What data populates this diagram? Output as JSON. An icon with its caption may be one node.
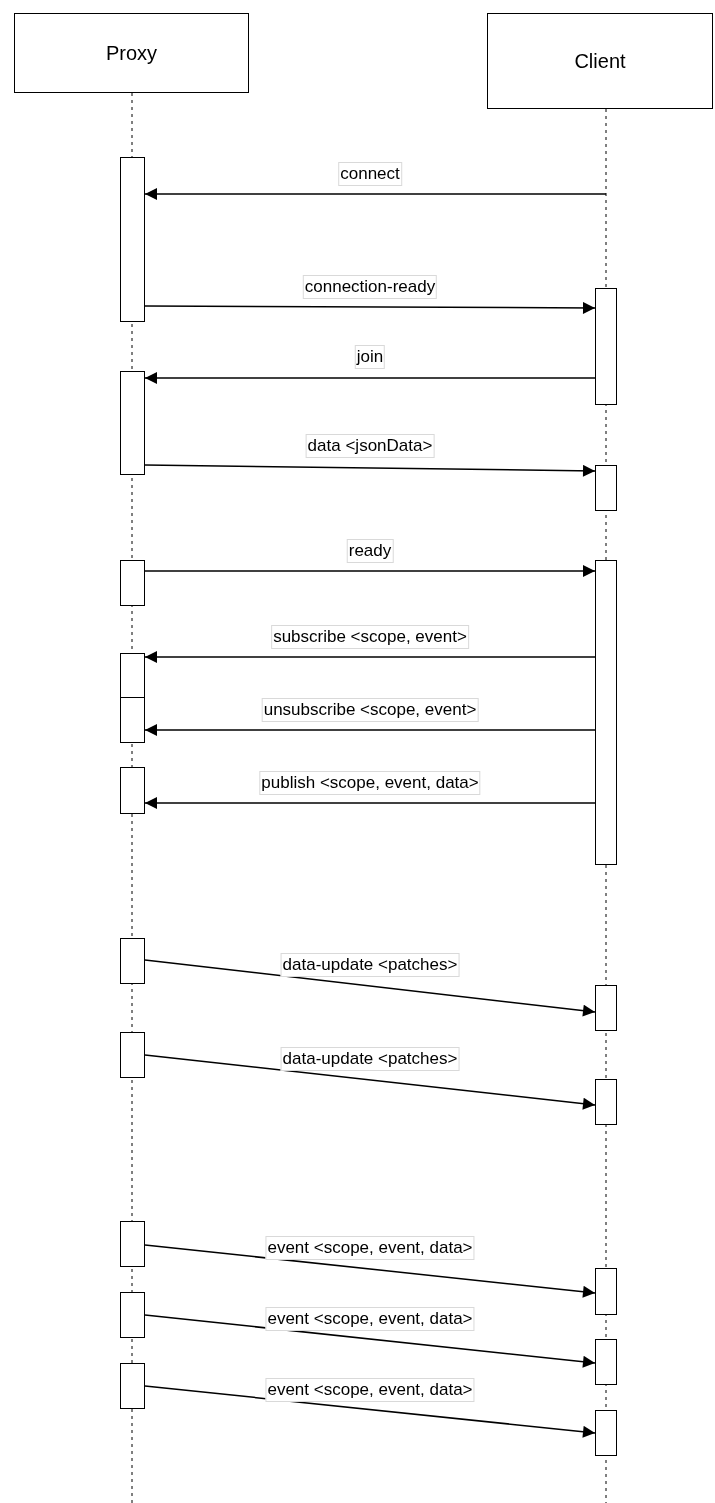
{
  "diagram": {
    "nodes": [
      {
        "text": [
          "Proxy"
        ]
      },
      {
        "text": [
          "Client"
        ]
      },
      {
        "text": [],
        "shape": "bar"
      },
      {
        "text": [],
        "shape": "bar"
      },
      {
        "text": [],
        "shape": "bar"
      },
      {
        "text": [],
        "shape": "bar"
      },
      {
        "text": [],
        "shape": "bar"
      },
      {
        "text": [],
        "shape": "bar"
      },
      {
        "text": [],
        "shape": "bar"
      },
      {
        "text": [],
        "shape": "bar"
      },
      {
        "text": [],
        "shape": "bar"
      },
      {
        "text": [],
        "shape": "bar"
      },
      {
        "text": [],
        "shape": "bar"
      },
      {
        "text": [],
        "shape": "bar"
      },
      {
        "text": [],
        "shape": "bar"
      },
      {
        "text": [],
        "shape": "bar"
      },
      {
        "text": [],
        "shape": "bar"
      },
      {
        "text": [],
        "shape": "bar"
      },
      {
        "text": [],
        "shape": "bar"
      },
      {
        "text": [],
        "shape": "bar"
      },
      {
        "text": [],
        "shape": "bar"
      }
    ],
    "edges": [
      {
        "from": null,
        "to": 2,
        "arrow": "to",
        "label": "connect"
      },
      {
        "from": 2,
        "to": 13,
        "arrow": "to",
        "label": "connection-ready"
      },
      {
        "from": 13,
        "to": 3,
        "arrow": "to",
        "label": "join"
      },
      {
        "from": 3,
        "to": 14,
        "arrow": "to",
        "label": "data <jsonData>"
      },
      {
        "from": 4,
        "to": 15,
        "arrow": "to",
        "label": "ready"
      },
      {
        "from": 15,
        "to": 5,
        "arrow": "to",
        "label": "subscribe <scope, event>"
      },
      {
        "from": 15,
        "to": 6,
        "arrow": "to",
        "label": "unsubscribe <scope, event>"
      },
      {
        "from": 15,
        "to": 7,
        "arrow": "to",
        "label": "publish <scope, event, data>"
      },
      {
        "from": 8,
        "to": 16,
        "arrow": "to",
        "label": "data-update <patches>"
      },
      {
        "from": 9,
        "to": 17,
        "arrow": "to",
        "label": "data-update <patches>"
      },
      {
        "from": 10,
        "to": 18,
        "arrow": "to",
        "label": "event <scope, event, data>"
      },
      {
        "from": 11,
        "to": 19,
        "arrow": "to",
        "label": "event <scope, event, data>"
      },
      {
        "from": 12,
        "to": 20,
        "arrow": "to",
        "label": "event <scope, event, data>"
      }
    ]
  }
}
